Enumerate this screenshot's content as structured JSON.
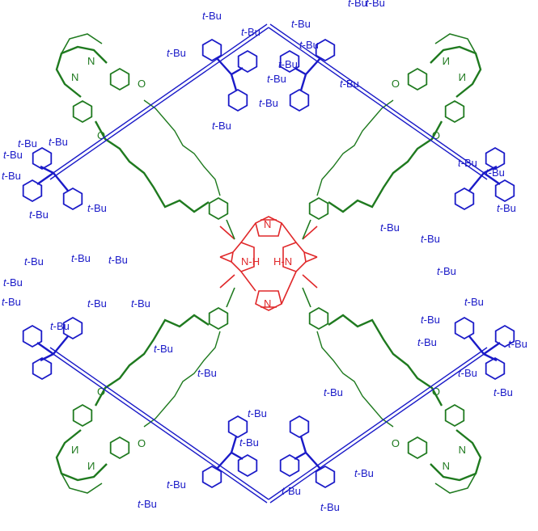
{
  "colors": {
    "porphyrin": "#e0282a",
    "macrocycle": "#1f7a1f",
    "stopper": "#1a1ac8",
    "background": "#ffffff"
  },
  "labels": {
    "tbu": "t-Bu",
    "tbu_italic": "t",
    "tbu_suffix": "-Bu",
    "nh": "N-H",
    "hn": "H-N",
    "n": "N",
    "o": "O"
  }
}
